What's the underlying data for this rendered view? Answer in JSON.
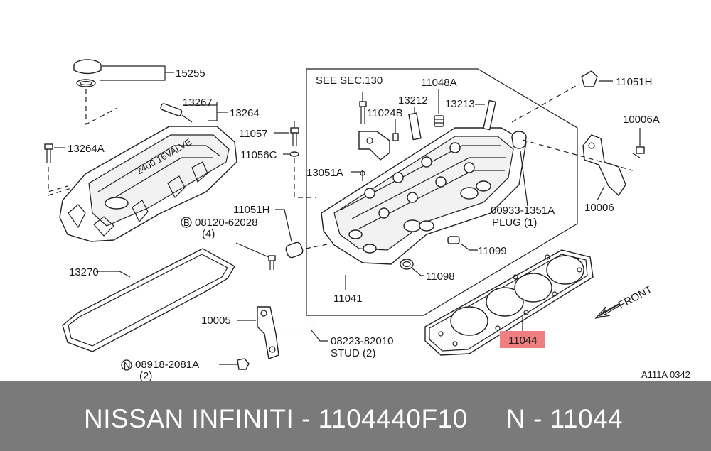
{
  "labels": {
    "p15255": "15255",
    "p13267": "13267",
    "p13264": "13264",
    "p13264a": "13264A",
    "p11057": "11057",
    "p11056c": "11056C",
    "p13051a": "13051A",
    "p11051h_a": "11051H",
    "p08120": "08120-62028",
    "p08120_qty": "(4)",
    "b_marker": "B",
    "see_sec": "SEE SEC.130",
    "p11024b": "11024B",
    "p13212": "13212",
    "p11048a": "11048A",
    "p13213": "13213",
    "p11051h_b": "11051H",
    "p10006a": "10006A",
    "p10006": "10006",
    "p00933": "00933-1351A",
    "plug": "PLUG (1)",
    "p11099": "11099",
    "p11098": "11098",
    "p11041": "11041",
    "p13270": "13270",
    "p10005": "10005",
    "p08223": "08223-82010",
    "stud": "STUD (2)",
    "n_marker": "N",
    "p08918": "08918-2081A",
    "p08918_qty": "(2)",
    "p11044": "11044",
    "front": "FRONT",
    "cover_text": "2400 16VALVE",
    "diagram_code": "A111A 0342"
  },
  "highlight": {
    "part": "11044",
    "color": "#f08080"
  },
  "footer": {
    "brand": "NISSAN  INFINITI - 1104440F10",
    "code": "N - 11044",
    "bg_color": "#7a7a7a",
    "text_color": "#ffffff"
  }
}
